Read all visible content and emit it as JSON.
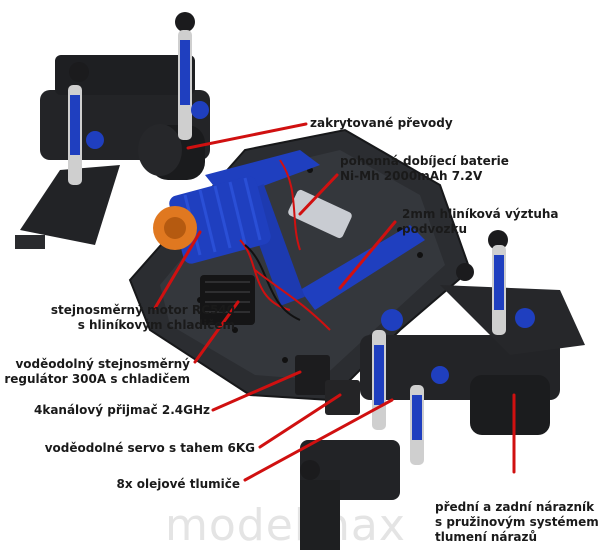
{
  "colors": {
    "leader_line": "#d01010",
    "chassis": "#2b2d31",
    "anodized_blue": "#1f3fbf",
    "motor_can": "#e07820",
    "label_text": "#1a1a1a"
  },
  "labels": {
    "gear_cover": "zakrytované převody",
    "battery": [
      "pohonná dobíjecí baterie",
      "Ni-Mh 2000mAh 7.2V"
    ],
    "chassis_plate": [
      "2mm hliníková výztuha",
      "podvozku"
    ],
    "motor": [
      "stejnosměrný motor RC540",
      "s hliníkovým chladičem"
    ],
    "esc": [
      "voděodolný stejnosměrný",
      "regulátor 300A s chladičem"
    ],
    "receiver": "4kanálový přijmač 2.4GHz",
    "servo": "voděodolné servo s tahem 6KG",
    "shocks": "8x olejové tlumiče",
    "bumpers": [
      "přední a zadní nárazník",
      "s pružinovým systémem",
      "tlumení nárazů"
    ]
  },
  "watermark": "modelmax"
}
